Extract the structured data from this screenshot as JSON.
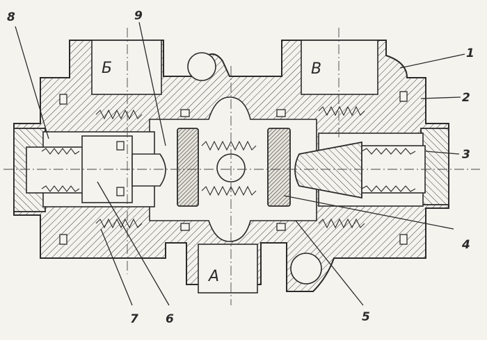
{
  "port_labels": {
    "B_left": "Б",
    "V_right": "В",
    "A_bottom": "А"
  },
  "callouts": {
    "c1": "1",
    "c2": "2",
    "c3": "3",
    "c4": "4",
    "c5": "5",
    "c6": "6",
    "c7": "7",
    "c8": "8",
    "c9": "9"
  },
  "colors": {
    "line": "#2a2a2a",
    "paper": "#f4f3ee"
  }
}
